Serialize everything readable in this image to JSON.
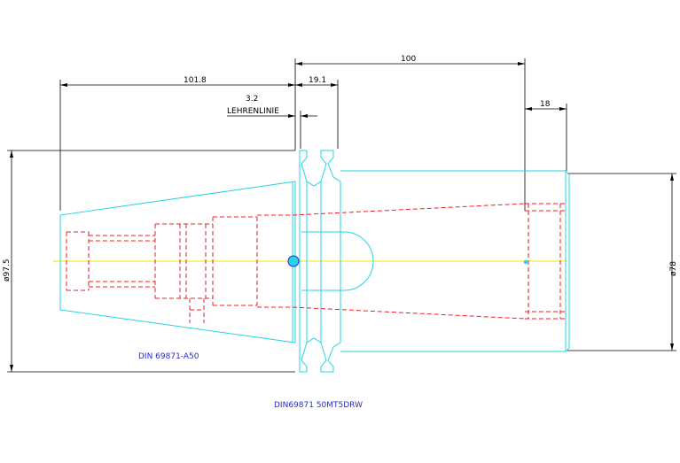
{
  "colors": {
    "outline": "#27d3e6",
    "hidden": "#e8202a",
    "axis": "#f2e600",
    "dimension": "#000000",
    "note": "#2a2acc"
  },
  "dimensions": {
    "d_100": "100",
    "d_101_8": "101.8",
    "d_19_1": "19.1",
    "d_3_2": "3.2",
    "gauge_line": "LEHRENLINIE",
    "d_18": "18",
    "dia_97_5": "ø97.5",
    "dia_78": "ø78"
  },
  "notes": {
    "standard": "DIN 69871-A50",
    "filename": "DIN69871 50MT5DRW"
  }
}
